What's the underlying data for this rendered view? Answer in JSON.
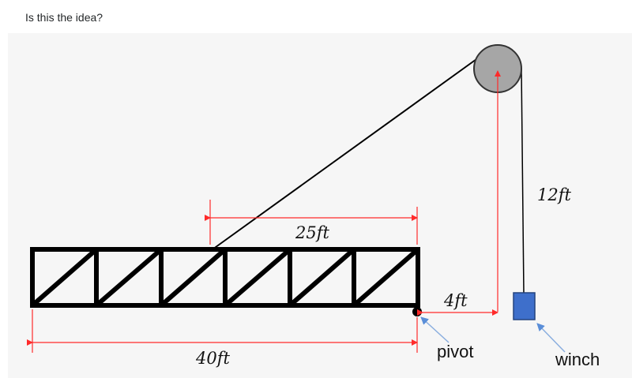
{
  "post": {
    "text": "Is this the idea?"
  },
  "diagram": {
    "labels": {
      "dim_25": "25ft",
      "dim_40": "40ft",
      "dim_4": "4ft",
      "dim_12": "12ft",
      "pivot": "pivot",
      "winch": "winch"
    },
    "colors": {
      "truss": "#000000",
      "dimension_lines": "#ff2a2a",
      "pointer_arrows": "#5a8ed8",
      "pulley_fill": "#a6a6a6",
      "winch_fill": "#3e6fcb"
    }
  }
}
